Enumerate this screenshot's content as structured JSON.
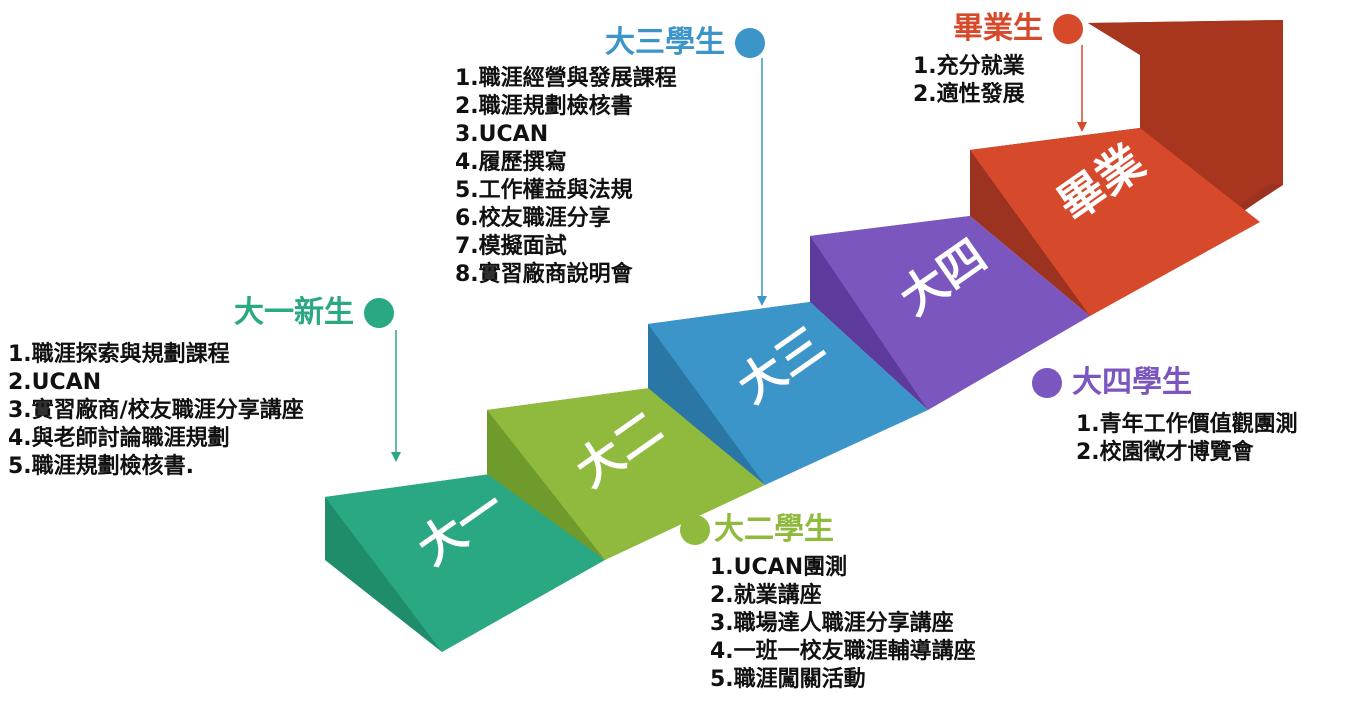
{
  "colors": {
    "freshman": "#2aa883",
    "sophomore": "#8fba3e",
    "junior": "#3c95c9",
    "senior": "#7c56bf",
    "graduate": "#d6492a"
  },
  "steps": {
    "freshman": "大一",
    "sophomore": "大二",
    "junior": "大三",
    "senior": "大四",
    "graduate": "畢業"
  },
  "freshman": {
    "title": "大一新生",
    "items": [
      "1.職涯探索與規劃課程",
      "2.UCAN",
      "3.實習廠商/校友職涯分享講座",
      "4.與老師討論職涯規劃",
      "5.職涯規劃檢核書."
    ]
  },
  "sophomore": {
    "title": "大二學生",
    "items": [
      "1.UCAN團測",
      "2.就業講座",
      "3.職場達人職涯分享講座",
      "4.一班一校友職涯輔導講座",
      "5.職涯闖關活動"
    ]
  },
  "junior": {
    "title": "大三學生",
    "items": [
      "1.職涯經營與發展課程",
      "2.職涯規劃檢核書",
      "3.UCAN",
      "4.履歷撰寫",
      "5.工作權益與法規",
      "6.校友職涯分享",
      "7.模擬面試",
      "8.實習廠商說明會"
    ]
  },
  "senior": {
    "title": "大四學生",
    "items": [
      "1.青年工作價值觀團測",
      "2.校園徵才博覽會"
    ]
  },
  "graduate": {
    "title": "畢業生",
    "items": [
      "1.充分就業",
      "2.適性發展"
    ]
  }
}
